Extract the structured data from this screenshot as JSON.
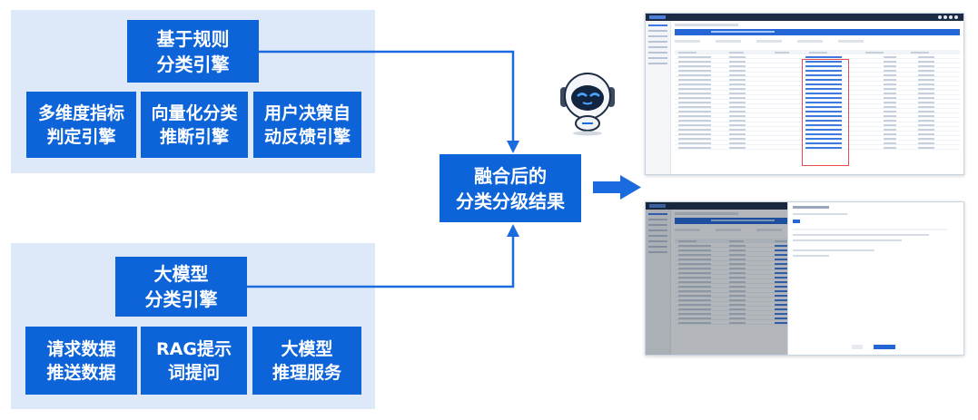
{
  "diagram": {
    "rule_group": {
      "title": "基于规则\n分类引擎",
      "items": [
        "多维度指标\n判定引擎",
        "向量化分类\n推断引擎",
        "用户决策自\n动反馈引擎"
      ]
    },
    "llm_group": {
      "title": "大模型\n分类引擎",
      "items": [
        "请求数据\n推送数据",
        "RAG提示\n词提问",
        "大模型\n推理服务"
      ]
    },
    "result": "融合后的\n分类分级结果"
  },
  "colors": {
    "panel_bg": "#dde9f8",
    "box_blue": "#0d63d8",
    "arrow_blue": "#1a6be0",
    "highlight_red": "#e94e4e"
  },
  "icons": [
    "robot-icon",
    "arrow-right-icon",
    "arrow-down-icon",
    "arrow-up-icon"
  ]
}
